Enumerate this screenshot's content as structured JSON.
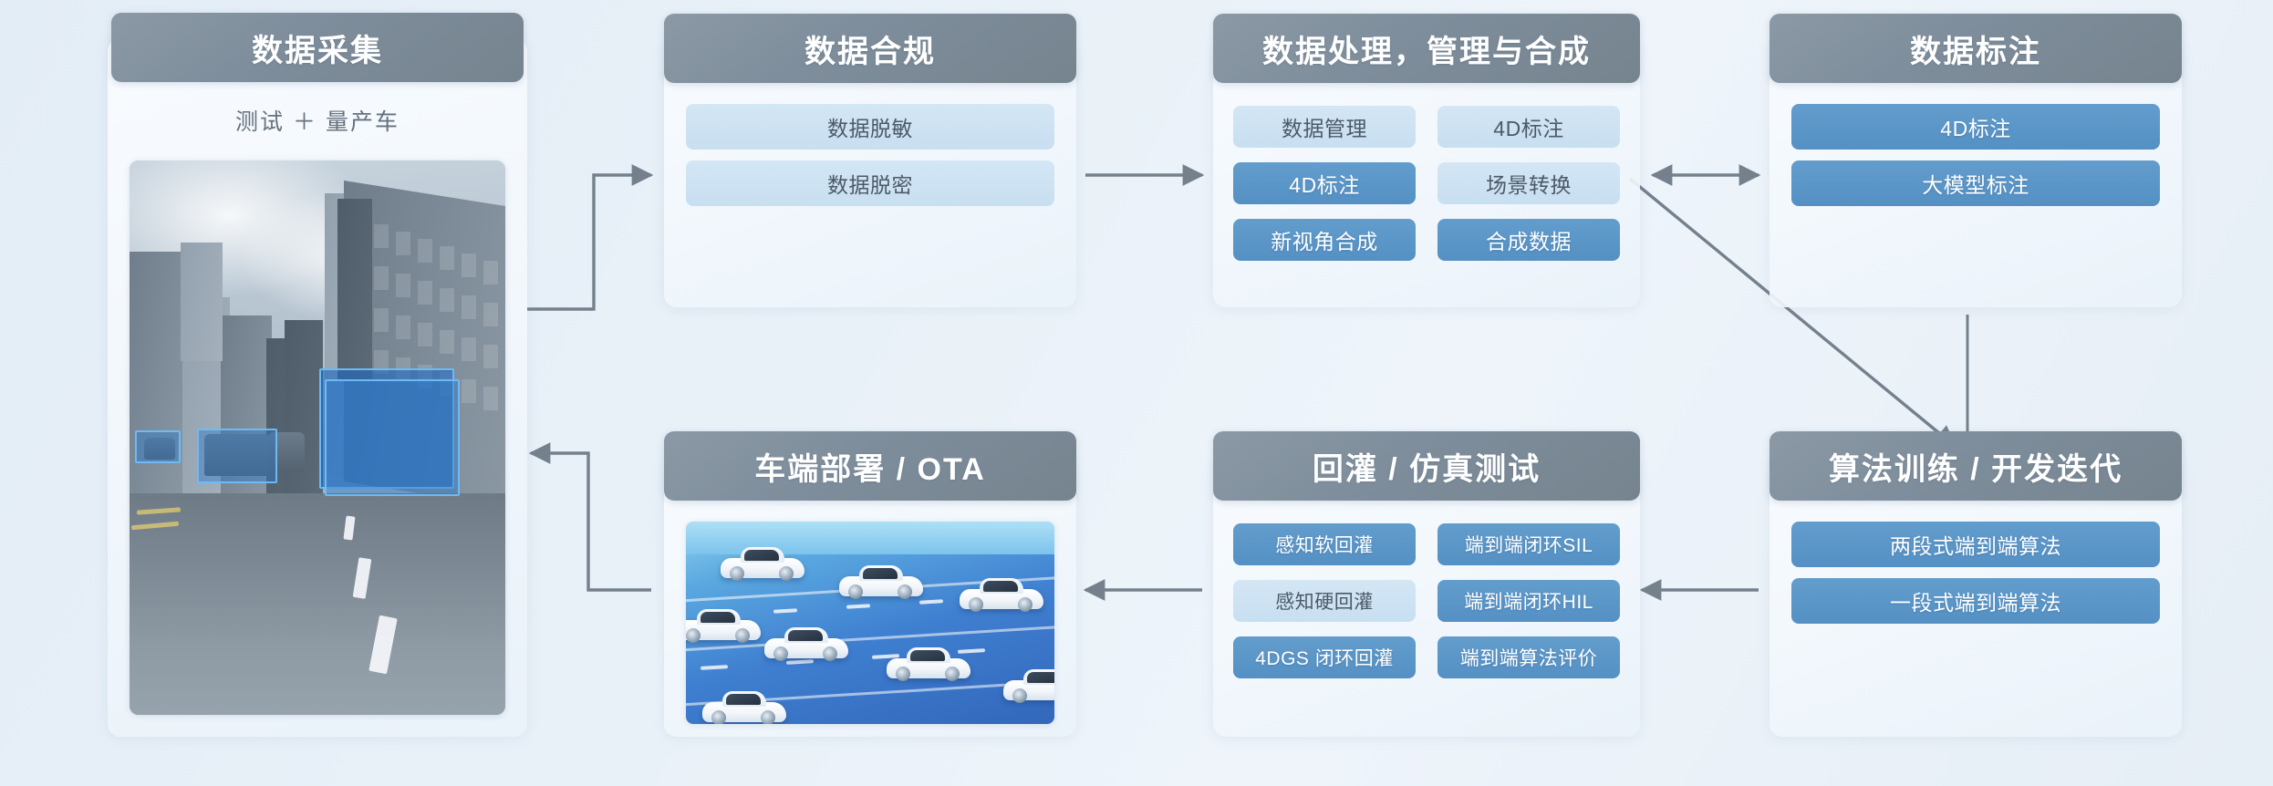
{
  "theme": {
    "background_start": "#e3edf6",
    "background_end": "#e6eef6",
    "header_bg": "#7e8d9b",
    "tag_light_bg": "#cfe3f2",
    "tag_light_text": "#4c5a68",
    "tag_dark_bg": "#5b96c8",
    "tag_dark_text": "#ffffff",
    "connector_color": "#74818d"
  },
  "cards": {
    "collect": {
      "title": "数据采集",
      "subtitle": "测试 ＋ 量产车",
      "image_alt": "street-scene-with-3d-bounding-boxes"
    },
    "compliance": {
      "title": "数据合规",
      "tags": [
        {
          "label": "数据脱敏",
          "style": "light"
        },
        {
          "label": "数据脱密",
          "style": "light"
        }
      ]
    },
    "process": {
      "title": "数据处理，管理与合成",
      "tags": [
        {
          "label": "数据管理",
          "style": "light"
        },
        {
          "label": "4D标注",
          "style": "light"
        },
        {
          "label": "4D标注",
          "style": "dark"
        },
        {
          "label": "场景转换",
          "style": "light"
        },
        {
          "label": "新视角合成",
          "style": "dark"
        },
        {
          "label": "合成数据",
          "style": "dark"
        }
      ]
    },
    "annotate": {
      "title": "数据标注",
      "tags": [
        {
          "label": "4D标注",
          "style": "dark"
        },
        {
          "label": "大模型标注",
          "style": "dark"
        }
      ]
    },
    "train": {
      "title": "算法训练 / 开发迭代",
      "tags": [
        {
          "label": "两段式端到端算法",
          "style": "dark"
        },
        {
          "label": "一段式端到端算法",
          "style": "dark"
        }
      ]
    },
    "sim": {
      "title": "回灌 / 仿真测试",
      "tags": [
        {
          "label": "感知软回灌",
          "style": "dark"
        },
        {
          "label": "端到端闭环SIL",
          "style": "dark"
        },
        {
          "label": "感知硬回灌",
          "style": "light"
        },
        {
          "label": "端到端闭环HIL",
          "style": "dark"
        },
        {
          "label": "4DGS 闭环回灌",
          "style": "dark"
        },
        {
          "label": "端到端算法评价",
          "style": "dark"
        }
      ]
    },
    "deploy": {
      "title": "车端部署 / OTA",
      "image_alt": "fleet-of-white-cars-on-blue-road"
    }
  },
  "connectors": [
    {
      "name": "collect-to-compliance",
      "kind": "elbow-arrow",
      "direction": "right"
    },
    {
      "name": "compliance-to-process",
      "kind": "straight-arrow",
      "direction": "right"
    },
    {
      "name": "process-annotate-bidirectional",
      "kind": "double-arrow",
      "direction": "both"
    },
    {
      "name": "process-to-train-diagonal",
      "kind": "diagonal-arrow",
      "direction": "down-right"
    },
    {
      "name": "annotate-to-train",
      "kind": "straight-arrow",
      "direction": "down"
    },
    {
      "name": "train-to-sim",
      "kind": "straight-arrow",
      "direction": "left"
    },
    {
      "name": "sim-to-deploy",
      "kind": "straight-arrow",
      "direction": "left"
    },
    {
      "name": "deploy-to-collect",
      "kind": "elbow-arrow",
      "direction": "left"
    }
  ]
}
